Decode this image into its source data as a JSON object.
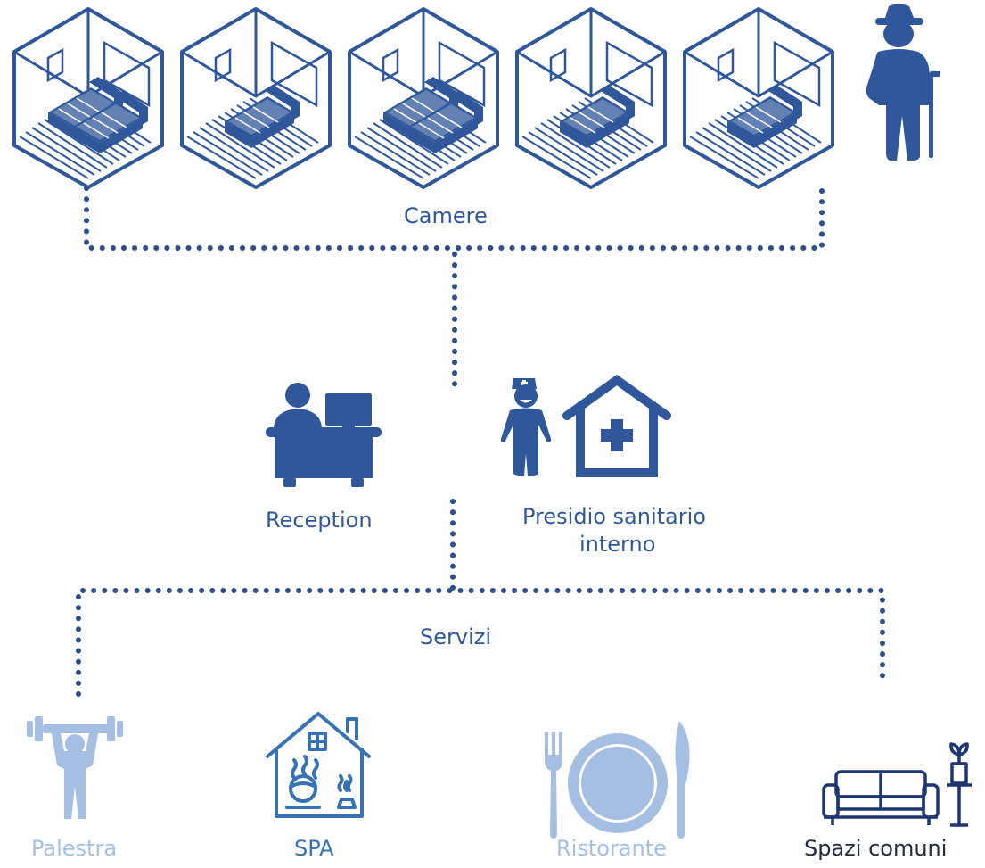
{
  "colors": {
    "navy": "#2f579a",
    "dot": "#2f4f8c",
    "spa_blue": "#3773b4",
    "light_blue": "#a5bfe2",
    "sofa_navy": "#1f3670",
    "text_black": "#222b3d"
  },
  "rooms": [
    {
      "beds": 2,
      "icon": "double-bed-room-icon"
    },
    {
      "beds": 1,
      "icon": "single-bed-room-icon"
    },
    {
      "beds": 2,
      "icon": "double-bed-room-icon"
    },
    {
      "beds": 1,
      "icon": "single-bed-room-icon"
    },
    {
      "beds": 1,
      "icon": "single-bed-room-icon"
    }
  ],
  "labels": {
    "camere": "Camere",
    "reception": "Reception",
    "presidio_line1": "Presidio sanitario",
    "presidio_line2": "interno",
    "servizi": "Servizi"
  },
  "services": [
    {
      "label": "Palestra",
      "icon": "weightlifter-icon",
      "color": "#a5bfe2"
    },
    {
      "label": "SPA",
      "icon": "spa-house-icon",
      "color": "#3773b4"
    },
    {
      "label": "Ristorante",
      "icon": "plate-cutlery-icon",
      "color": "#a5bfe2"
    },
    {
      "label": "Spazi comuni",
      "icon": "sofa-icon",
      "color": "#1f3670"
    }
  ]
}
